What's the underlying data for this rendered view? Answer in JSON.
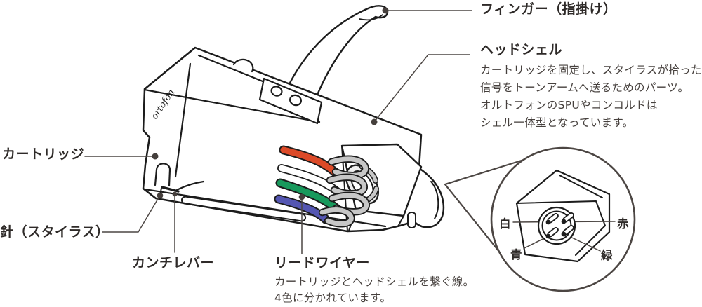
{
  "figure": {
    "brand_logo": "ortofon",
    "labels": {
      "finger": "フィンガー（指掛け）",
      "headshell_title": "ヘッドシェル",
      "headshell_desc": "カートリッジを固定し、スタイラスが拾った\n信号をトーンアームへ送るためのパーツ。\nオルトフォンのSPUやコンコルドは\nシェル一体型となっています。",
      "cartridge": "カートリッジ",
      "stylus": "針（スタイラス）",
      "cantilever": "カンチレバー",
      "lead_wire_title": "リードワイヤー",
      "lead_wire_desc": "カートリッジとヘッドシェルを繋ぐ線。\n4色に分かれています。"
    },
    "pin_labels": {
      "white": "白",
      "red": "赤",
      "blue": "青",
      "green": "緑"
    },
    "colors": {
      "red_wire": "#DC4A28",
      "white_wire": "#FFFFFF",
      "green_wire": "#18995C",
      "blue_wire": "#5456B2",
      "clip": "#C7C7C7",
      "ink": "#1C1C1C",
      "annotation": "#4C4643",
      "text": "#2E2A28"
    }
  }
}
